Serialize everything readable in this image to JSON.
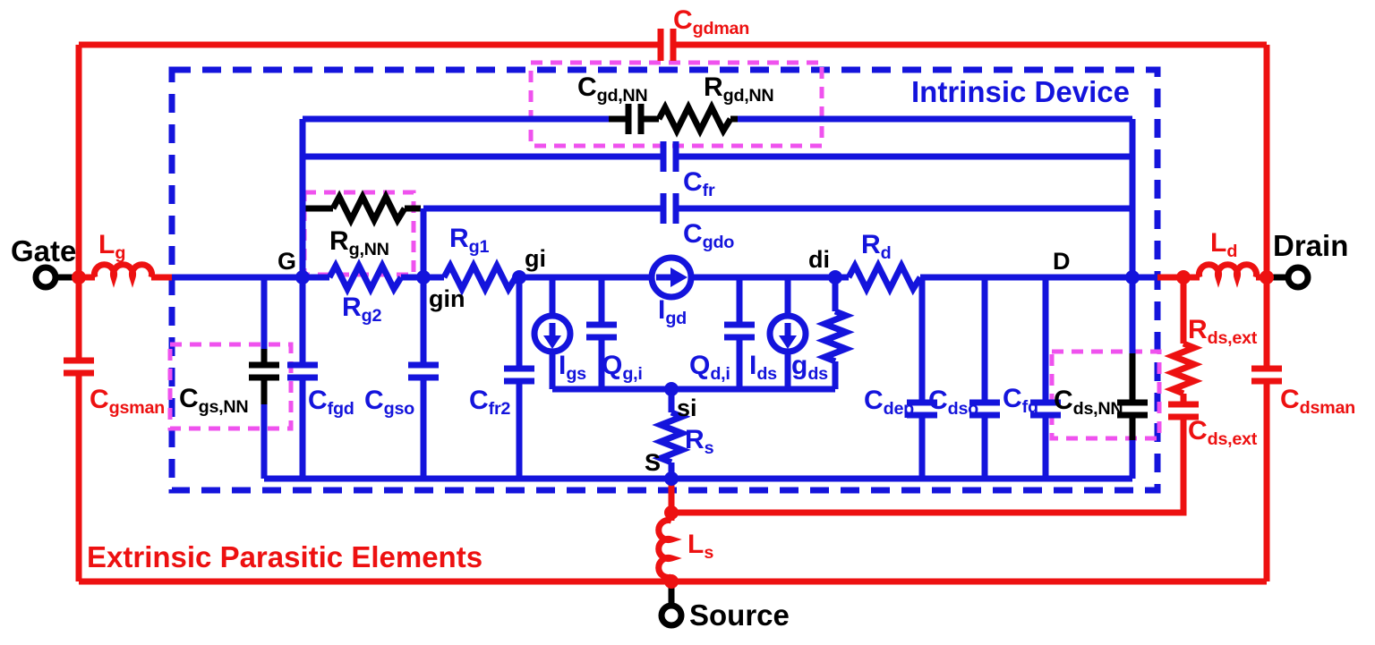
{
  "figure": {
    "type": "transistor-small-signal-equivalent-circuit-schematic",
    "regions": {
      "intrinsic": {
        "title": "Intrinsic Device",
        "color": "#1414dc",
        "border_style": "dashed"
      },
      "extrinsic": {
        "title": "Extrinsic Parasitic Elements",
        "color": "#ed1111"
      },
      "nn_boxes": {
        "color": "#ef52ee",
        "element_color": "#000000",
        "border_style": "dashed"
      }
    },
    "terminals": {
      "gate": "Gate",
      "drain": "Drain",
      "source": "Source"
    },
    "nodes": {
      "g": "G",
      "gin": "gin",
      "gi": "gi",
      "di": "di",
      "si": "si",
      "s": "S",
      "d": "D"
    },
    "components": {
      "lg": {
        "main": "L",
        "sub": "g",
        "type": "inductor",
        "group": "extrinsic"
      },
      "ld": {
        "main": "L",
        "sub": "d",
        "type": "inductor",
        "group": "extrinsic"
      },
      "ls": {
        "main": "L",
        "sub": "s",
        "type": "inductor",
        "group": "extrinsic"
      },
      "cgsman": {
        "main": "C",
        "sub": "gsman",
        "type": "capacitor",
        "group": "extrinsic"
      },
      "cgdman": {
        "main": "C",
        "sub": "gdman",
        "type": "capacitor",
        "group": "extrinsic"
      },
      "cdsman": {
        "main": "C",
        "sub": "dsman",
        "type": "capacitor",
        "group": "extrinsic"
      },
      "rdsext": {
        "main": "R",
        "sub": "ds,ext",
        "type": "resistor",
        "group": "extrinsic"
      },
      "cdsext": {
        "main": "C",
        "sub": "ds,ext",
        "type": "capacitor",
        "group": "extrinsic"
      },
      "cgdnn": {
        "main": "C",
        "sub": "gd,NN",
        "type": "capacitor",
        "group": "neural-network"
      },
      "rgdnn": {
        "main": "R",
        "sub": "gd,NN",
        "type": "resistor",
        "group": "neural-network"
      },
      "rgnn": {
        "main": "R",
        "sub": "g,NN",
        "type": "resistor",
        "group": "neural-network"
      },
      "cgsnn": {
        "main": "C",
        "sub": "gs,NN",
        "type": "capacitor",
        "group": "neural-network"
      },
      "cdsnn": {
        "main": "C",
        "sub": "ds,NN",
        "type": "capacitor",
        "group": "neural-network"
      },
      "cfr": {
        "main": "C",
        "sub": "fr",
        "type": "capacitor",
        "group": "intrinsic"
      },
      "cgdo": {
        "main": "C",
        "sub": "gdo",
        "type": "capacitor",
        "group": "intrinsic"
      },
      "rg1": {
        "main": "R",
        "sub": "g1",
        "type": "resistor",
        "group": "intrinsic"
      },
      "rg2": {
        "main": "R",
        "sub": "g2",
        "type": "resistor",
        "group": "intrinsic"
      },
      "rs": {
        "main": "R",
        "sub": "s",
        "type": "resistor",
        "group": "intrinsic"
      },
      "rd": {
        "main": "R",
        "sub": "d",
        "type": "resistor",
        "group": "intrinsic"
      },
      "cfgd": {
        "main": "C",
        "sub": "fgd",
        "type": "capacitor",
        "group": "intrinsic"
      },
      "cgso": {
        "main": "C",
        "sub": "gso",
        "type": "capacitor",
        "group": "intrinsic"
      },
      "cfr2": {
        "main": "C",
        "sub": "fr2",
        "type": "capacitor",
        "group": "intrinsic"
      },
      "cdep": {
        "main": "C",
        "sub": "dep",
        "type": "capacitor",
        "group": "intrinsic"
      },
      "cdso": {
        "main": "C",
        "sub": "dso",
        "type": "capacitor",
        "group": "intrinsic"
      },
      "cfd": {
        "main": "C",
        "sub": "fd",
        "type": "capacitor",
        "group": "intrinsic"
      },
      "igd": {
        "main": "I",
        "sub": "gd",
        "type": "current-source",
        "group": "intrinsic"
      },
      "igs": {
        "main": "I",
        "sub": "gs",
        "type": "current-source",
        "group": "intrinsic"
      },
      "ids": {
        "main": "I",
        "sub": "ds",
        "type": "current-source",
        "group": "intrinsic"
      },
      "qgi": {
        "main": "Q",
        "sub": "g,i",
        "type": "charge-element",
        "group": "intrinsic"
      },
      "qdi": {
        "main": "Q",
        "sub": "d,i",
        "type": "charge-element",
        "group": "intrinsic"
      },
      "gds": {
        "main": "g",
        "sub": "ds",
        "type": "conductance",
        "group": "intrinsic"
      }
    }
  }
}
